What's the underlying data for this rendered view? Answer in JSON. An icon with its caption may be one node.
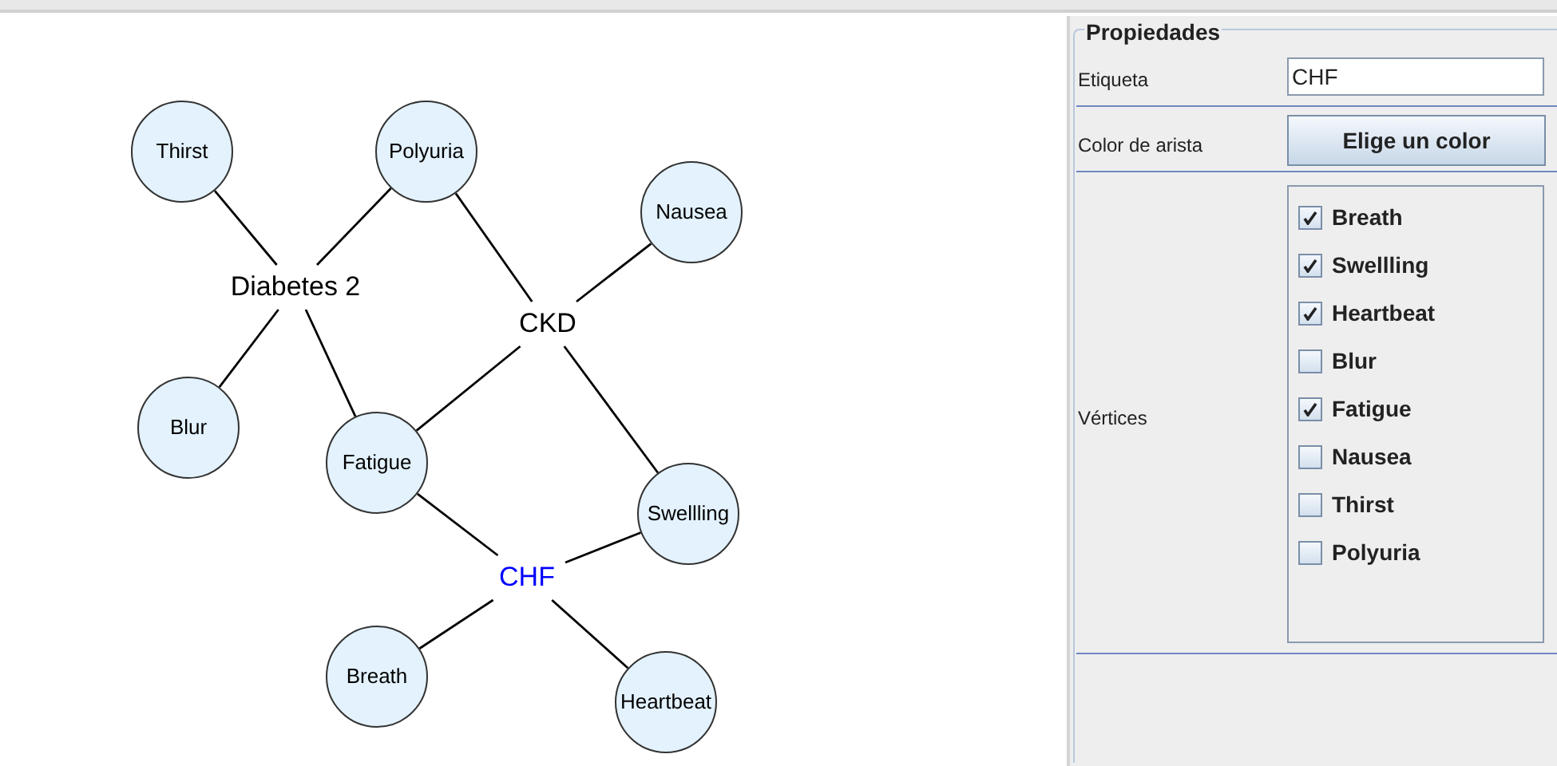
{
  "diagram": {
    "nodes": [
      {
        "text": [
          "Thirst"
        ]
      },
      {
        "text": [
          "Polyuria"
        ]
      },
      {
        "text": [
          "Nausea"
        ]
      },
      {
        "text": [
          "Diabetes 2"
        ]
      },
      {
        "text": [
          "CKD"
        ]
      },
      {
        "text": [
          "Blur"
        ]
      },
      {
        "text": [
          "Fatigue"
        ]
      },
      {
        "text": [
          "Swellling"
        ]
      },
      {
        "text": [
          "CHF"
        ]
      },
      {
        "text": [
          "Breath"
        ]
      },
      {
        "text": [
          "Heartbeat"
        ]
      }
    ],
    "edges": [
      {
        "from": 0,
        "to": 3,
        "arrow": "none"
      },
      {
        "from": 1,
        "to": 3,
        "arrow": "none"
      },
      {
        "from": 5,
        "to": 3,
        "arrow": "none"
      },
      {
        "from": 6,
        "to": 3,
        "arrow": "none"
      },
      {
        "from": 1,
        "to": 4,
        "arrow": "none"
      },
      {
        "from": 2,
        "to": 4,
        "arrow": "none"
      },
      {
        "from": 6,
        "to": 4,
        "arrow": "none"
      },
      {
        "from": 7,
        "to": 4,
        "arrow": "none"
      },
      {
        "from": 6,
        "to": 8,
        "arrow": "none"
      },
      {
        "from": 7,
        "to": 8,
        "arrow": "none"
      },
      {
        "from": 9,
        "to": 8,
        "arrow": "none"
      },
      {
        "from": 10,
        "to": 8,
        "arrow": "none"
      }
    ],
    "labels": [
      "Propiedades",
      "Etiqueta",
      "CHF",
      "Color de arista",
      "Elige un color",
      "Vértices",
      "Breath",
      "Swellling",
      "Heartbeat",
      "Blur",
      "Fatigue",
      "Nausea",
      "Thirst",
      "Polyuria"
    ]
  }
}
